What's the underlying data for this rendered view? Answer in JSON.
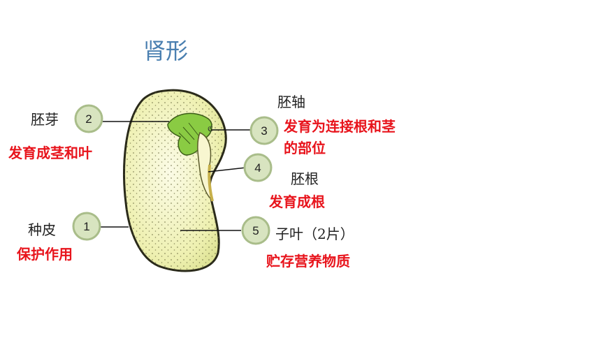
{
  "title": "肾形",
  "colors": {
    "title": "#4a7fb0",
    "function_text": "#e8141c",
    "marker_fill": "#d8e4c0",
    "seed_coat": "#f2f0b8",
    "embryo_green": "#7fc23a"
  },
  "labels": [
    {
      "number": "2",
      "part": "胚芽",
      "function": "发育成茎和叶"
    },
    {
      "number": "3",
      "part": "胚轴",
      "function_line1": "发育为连接根和茎",
      "function_line2": "的部位"
    },
    {
      "number": "4",
      "part": "胚根",
      "function": "发育成根"
    },
    {
      "number": "1",
      "part": "种皮",
      "function": "保护作用"
    },
    {
      "number": "5",
      "part": "子叶（2片）",
      "function": "贮存营养物质"
    }
  ]
}
